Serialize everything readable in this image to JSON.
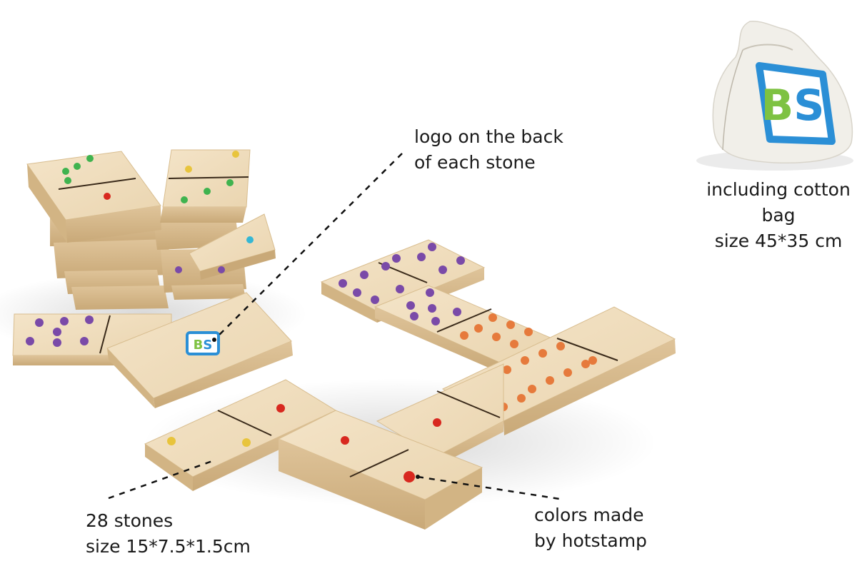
{
  "captions": {
    "logo": {
      "line1": "logo on the back",
      "line2": "of each stone"
    },
    "bag": {
      "line1": "including cotton",
      "line2": "bag",
      "line3": "size 45*35 cm"
    },
    "stones": {
      "line1": "28 stones",
      "line2": "size 15*7.5*1.5cm"
    },
    "colors": {
      "line1": "colors made",
      "line2": "by hotstamp"
    }
  },
  "brand": {
    "logo_text": "BS",
    "blue": "#2b8fd6",
    "green": "#7ec242"
  },
  "colors": {
    "wood_top": "#f1dfc0",
    "wood_side": "#d9bf93",
    "wood_edge": "#c8a877",
    "dot_yellow": "#e8c43c",
    "dot_green": "#3fb34f",
    "dot_red": "#d8281f",
    "dot_purple": "#7a4aa8",
    "dot_orange": "#e67a3c",
    "dot_cyan": "#35b7d4"
  }
}
